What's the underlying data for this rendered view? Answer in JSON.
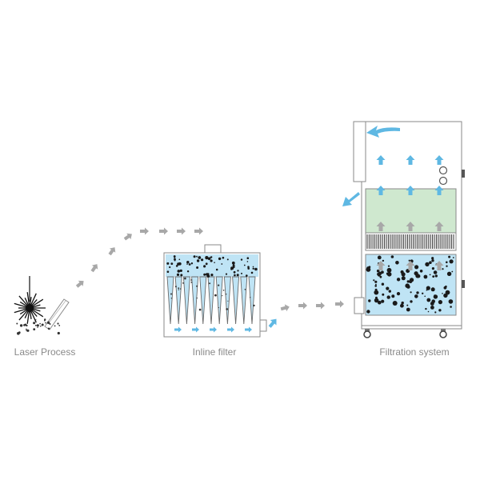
{
  "labels": {
    "laser_process": "Laser Process",
    "inline_filter": "Inline filter",
    "filtration_system": "Filtration system"
  },
  "colors": {
    "outline": "#8a8a8a",
    "flow_arrow": "#a8a8a8",
    "clean_air": "#5fb8e3",
    "water_fill": "#bfe4f5",
    "filter_green": "#cfe8cf",
    "particle": "#1a1a1a"
  },
  "icons": [
    "laser-burst-icon",
    "laser-nozzle-icon",
    "flow-arrow-icon",
    "caster-wheel-icon",
    "gauge-icon"
  ]
}
